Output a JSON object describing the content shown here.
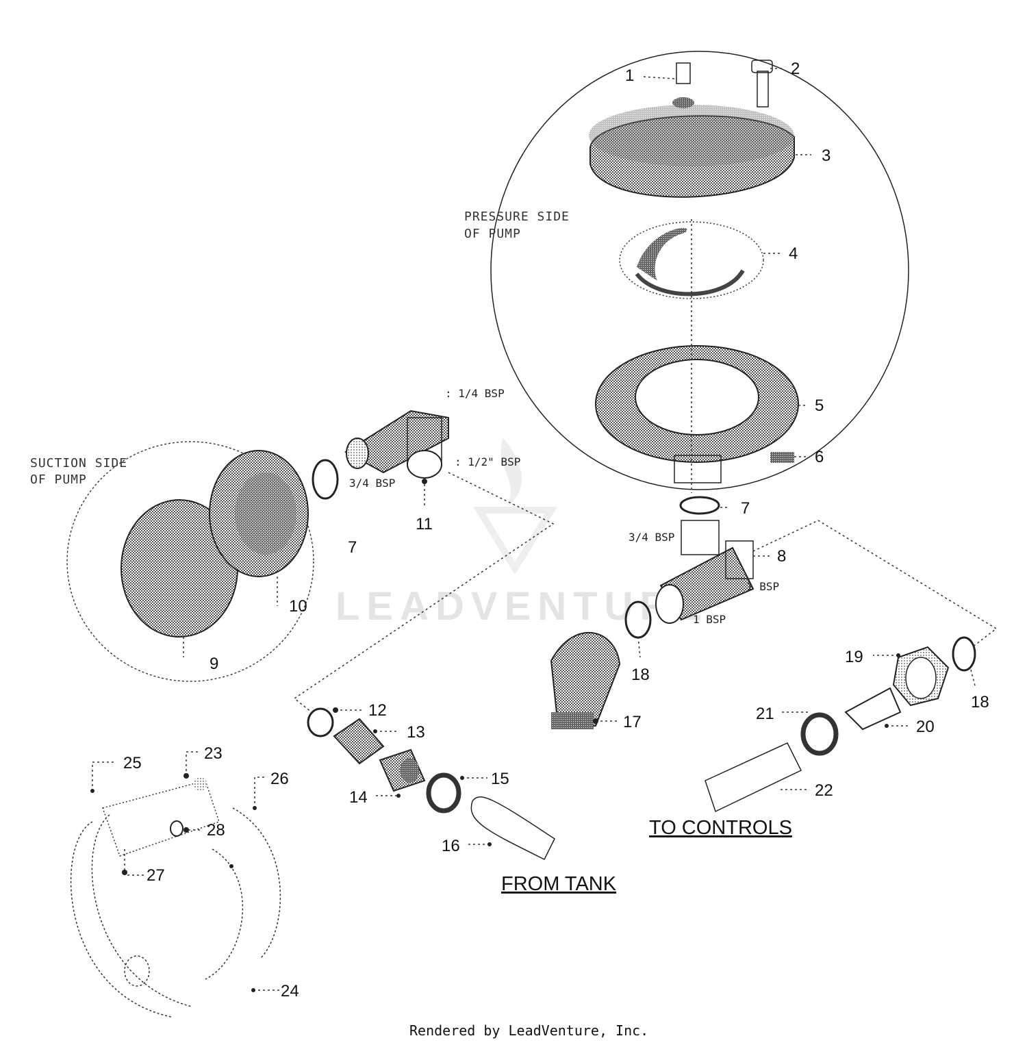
{
  "callouts": [
    "1",
    "2",
    "3",
    "4",
    "5",
    "6",
    "7",
    "7",
    "8",
    "9",
    "10",
    "11",
    "12",
    "13",
    "14",
    "15",
    "16",
    "17",
    "18",
    "18",
    "19",
    "20",
    "21",
    "22",
    "23",
    "24",
    "25",
    "26",
    "27",
    "28"
  ],
  "notes": {
    "pressure_side": [
      "PRESSURE SIDE",
      "OF PUMP"
    ],
    "suction_side": [
      "SUCTION SIDE",
      "OF PUMP"
    ]
  },
  "thread_sizes": {
    "tee11_top": ": 1/4 BSP",
    "tee11_right": ": 1/2\" BSP",
    "tee11_left": "3/4 BSP",
    "tee8_top": "3/4 BSP",
    "tee8_right": "1 BSP",
    "tee8_left": "1 BSP"
  },
  "destinations": {
    "from_tank": "FROM TANK",
    "to_controls": "TO CONTROLS"
  },
  "watermark": "LEADVENTURE",
  "footer": "Rendered by LeadVenture, Inc."
}
